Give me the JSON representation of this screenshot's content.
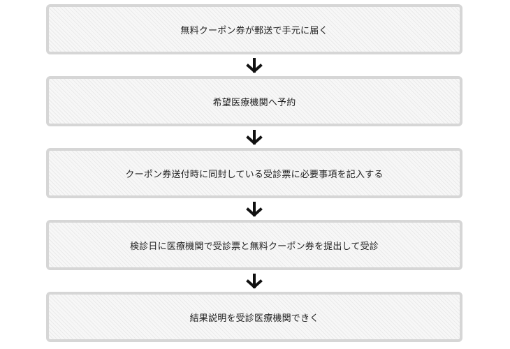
{
  "flow": {
    "steps": [
      {
        "label": "無料クーポン券が郵送で手元に届く"
      },
      {
        "label": "希望医療機関へ予約"
      },
      {
        "label": "クーポン券送付時に同封している受診票に必要事項を記入する"
      },
      {
        "label": "検診日に医療機関で受診票と無料クーポン券を提出して受診"
      },
      {
        "label": "結果説明を受診医療機関できく"
      }
    ],
    "arrow_icon": "arrow-down-icon",
    "colors": {
      "box_border": "#d6d6d6",
      "box_fill": "#f7f7f7",
      "arrow": "#111111",
      "text": "#222222"
    }
  }
}
